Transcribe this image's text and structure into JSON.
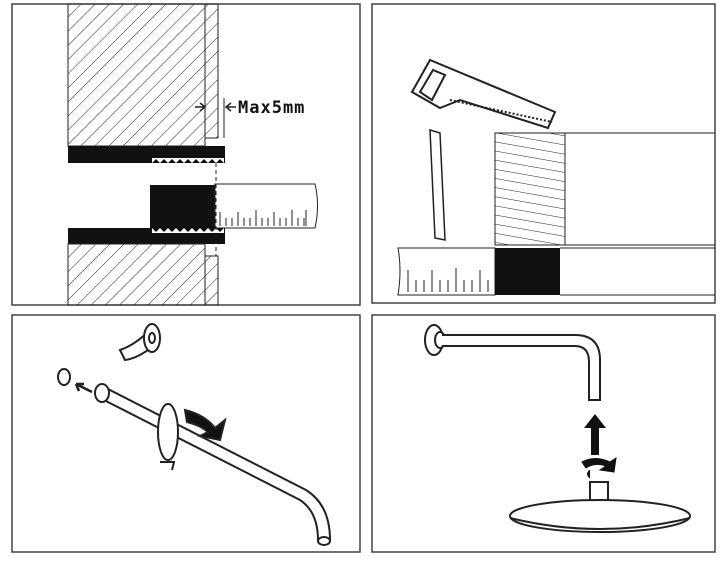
{
  "panels": [
    {
      "id": "measure-wall-depth",
      "annotation": "Max5mm"
    },
    {
      "id": "cut-pipe"
    },
    {
      "id": "wrap-thread-tape"
    },
    {
      "id": "mount-shower-head"
    }
  ],
  "colors": {
    "ink": "#111111",
    "background": "#ffffff",
    "frame": "#444444"
  }
}
